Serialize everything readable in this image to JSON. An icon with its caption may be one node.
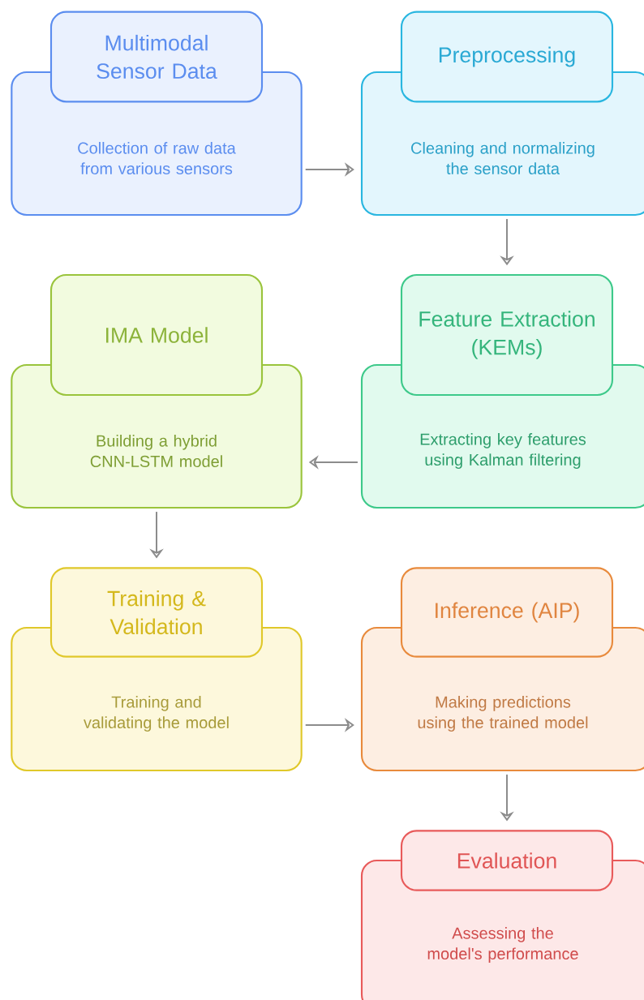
{
  "diagram": {
    "nodes": [
      {
        "text": [
          "Multimodal Sensor Data",
          "Collection of raw data from various sensors"
        ]
      },
      {
        "text": [
          "Preprocessing",
          "Cleaning and normalizing the sensor data"
        ]
      },
      {
        "text": [
          "Feature Extraction (KEMs)",
          "Extracting key features using Kalman filtering"
        ]
      },
      {
        "text": [
          "IMA Model",
          "Building a hybrid CNN-LSTM model"
        ]
      },
      {
        "text": [
          "Training & Validation",
          "Training and validating the model"
        ]
      },
      {
        "text": [
          "Inference (AIP)",
          "Making predictions using the trained model"
        ]
      },
      {
        "text": [
          "Evaluation",
          "Assessing the model's performance"
        ]
      }
    ],
    "edges": [
      {
        "from": 0,
        "to": 1,
        "arrow": "to"
      },
      {
        "from": 1,
        "to": 2,
        "arrow": "to"
      },
      {
        "from": 2,
        "to": 3,
        "arrow": "to"
      },
      {
        "from": 3,
        "to": 4,
        "arrow": "to"
      },
      {
        "from": 4,
        "to": 5,
        "arrow": "to"
      },
      {
        "from": 5,
        "to": 6,
        "arrow": "to"
      }
    ]
  }
}
